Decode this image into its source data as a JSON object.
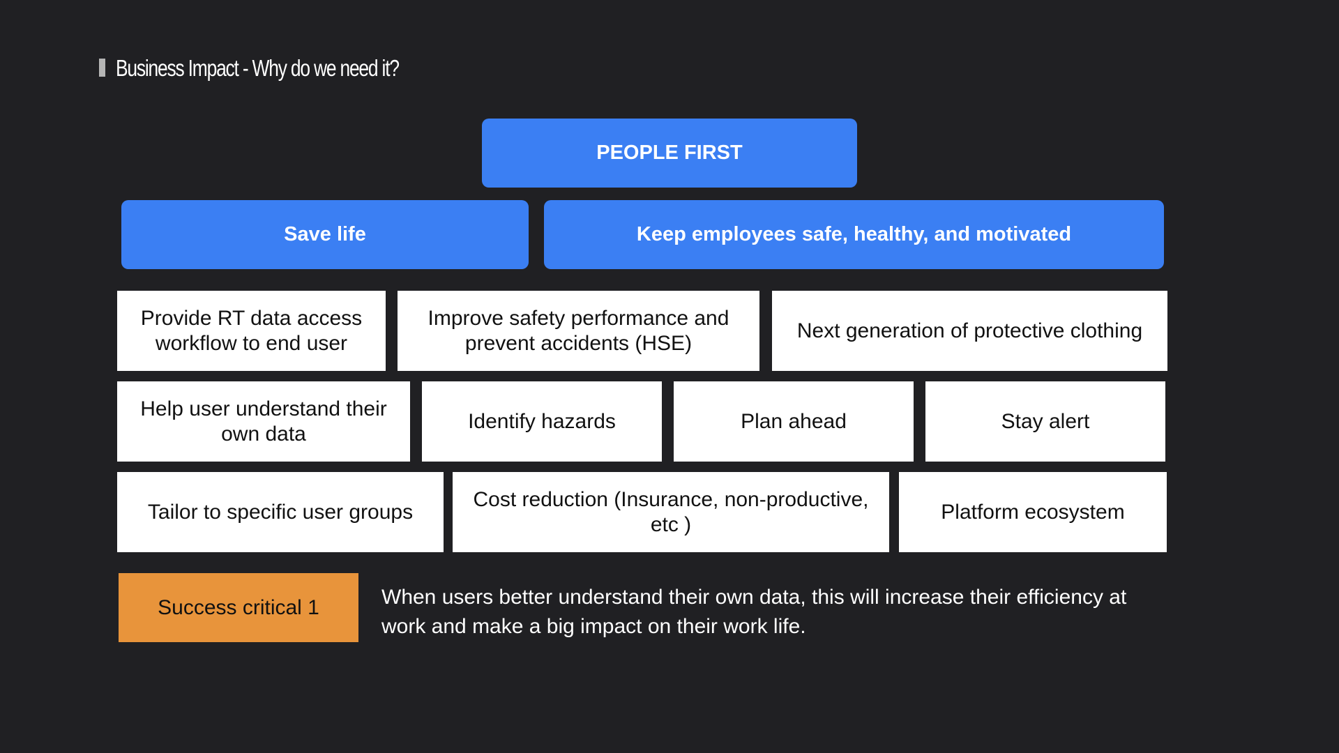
{
  "title": "Business Impact - Why do we need it?",
  "colors": {
    "background": "#202023",
    "blue": "#3b7ff3",
    "orange": "#e8943b",
    "white_box": "#ffffff"
  },
  "root": "PEOPLE FIRST",
  "pillars": [
    "Save life",
    "Keep employees safe, healthy, and motivated"
  ],
  "rows": [
    [
      "Provide RT data access workflow to end user",
      "Improve safety performance and prevent accidents (HSE)",
      "Next generation of protective clothing"
    ],
    [
      "Help user understand their own data",
      "Identify hazards",
      "Plan ahead",
      "Stay alert"
    ],
    [
      "Tailor to specific user groups",
      "Cost reduction (Insurance, non-productive, etc )",
      "Platform ecosystem"
    ]
  ],
  "success": {
    "label": "Success critical 1",
    "text": "When users better understand their own data, this will increase their efficiency at work and make a big impact on their work life."
  }
}
